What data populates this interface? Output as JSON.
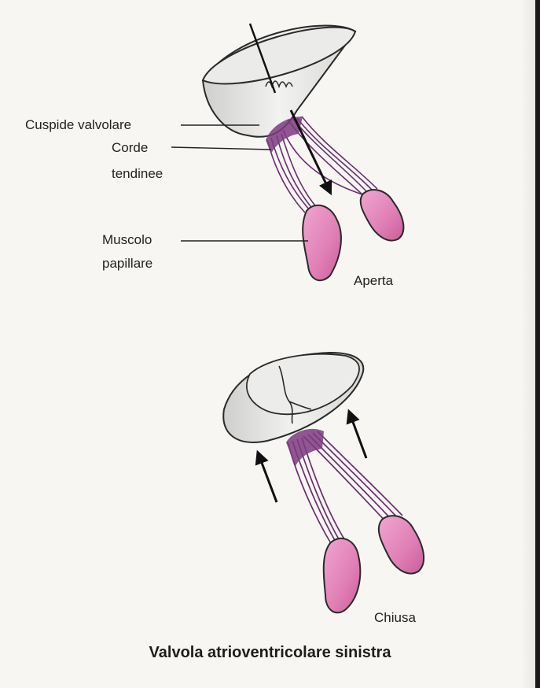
{
  "labels": {
    "cusp": "Cuspide valvolare",
    "chordae_line1": "Corde",
    "chordae_line2": "tendinee",
    "muscle_line1": "Muscolo",
    "muscle_line2": "papillare",
    "open": "Aperta",
    "closed": "Chiusa"
  },
  "caption": "Valvola atrioventricolare sinistra",
  "colors": {
    "background": "#f7f6f3",
    "muscle": "#e07fb5",
    "chordae": "#6a2f6e",
    "outline": "#2a2a2a",
    "valve": "#e8e8e6"
  }
}
